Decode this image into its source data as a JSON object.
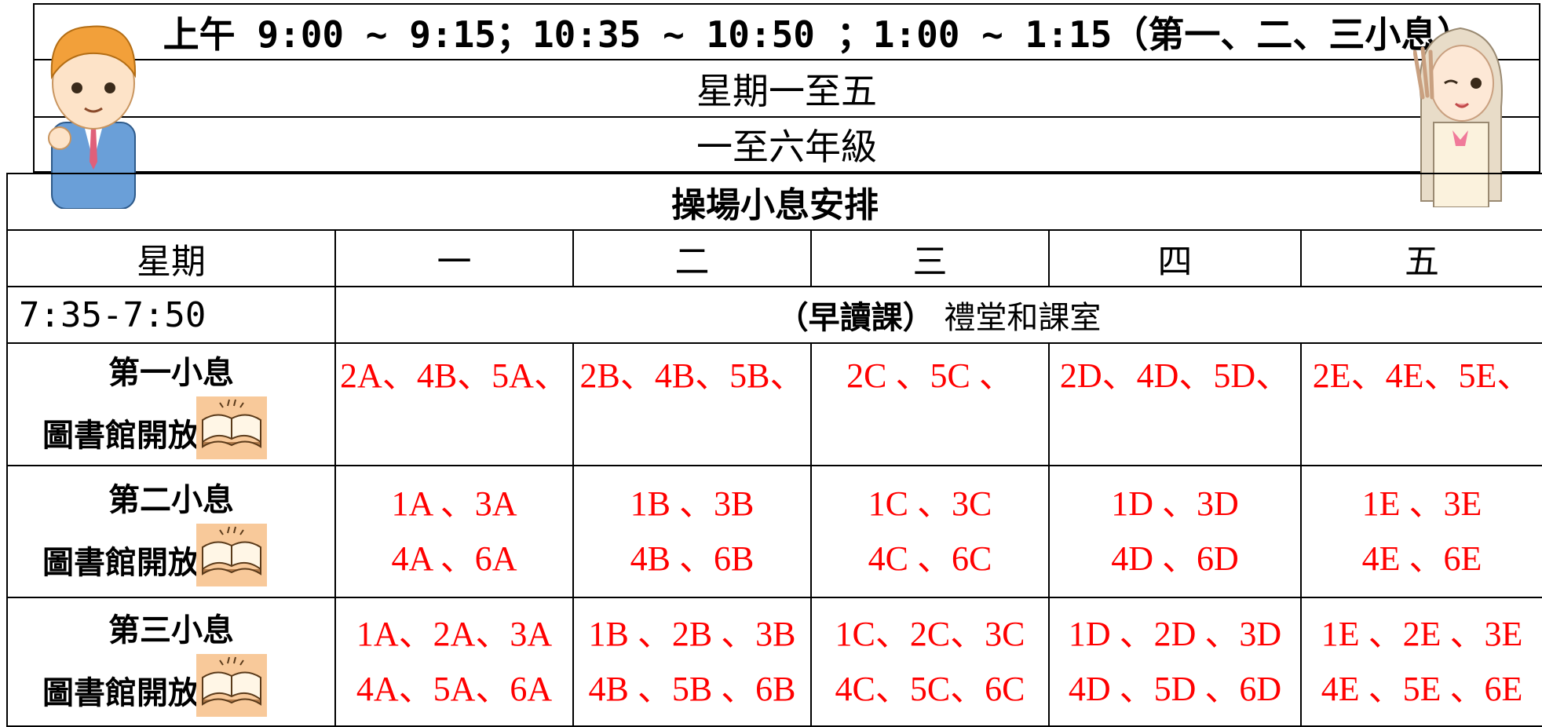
{
  "header": {
    "times": "上午 9:00 ~ 9:15；10:35 ~ 10:50 ；1:00 ~ 1:15（第一、二、三小息）",
    "days": "星期一至五",
    "grades": "一至六年級"
  },
  "table": {
    "title": "操場小息安排",
    "columns": [
      "星期",
      "一",
      "二",
      "三",
      "四",
      "五"
    ],
    "morning": {
      "time": "7:35-7:50",
      "bold_part": "（早讀課）",
      "rest": "禮堂和課室"
    },
    "library_label": "圖書館開放",
    "rows": [
      {
        "label": "第一小息",
        "cells": [
          [
            "2A、4B、5A、"
          ],
          [
            "2B、4B、5B、"
          ],
          [
            "2C 、5C 、"
          ],
          [
            "2D、4D、5D、"
          ],
          [
            "2E、4E、5E、"
          ]
        ]
      },
      {
        "label": "第二小息",
        "cells": [
          [
            "1A 、3A",
            "4A 、6A"
          ],
          [
            "1B 、3B",
            "4B 、6B"
          ],
          [
            "1C 、3C",
            "4C 、6C"
          ],
          [
            "1D 、3D",
            "4D 、6D"
          ],
          [
            "1E 、3E",
            "4E 、6E"
          ]
        ]
      },
      {
        "label": "第三小息",
        "cells": [
          [
            "1A、2A、3A",
            "4A、5A、6A"
          ],
          [
            "1B 、2B 、3B",
            "4B 、5B 、6B"
          ],
          [
            "1C、2C、3C",
            "4C、5C、6C"
          ],
          [
            "1D 、2D 、3D",
            "4D 、5D 、6D"
          ],
          [
            "1E 、2E 、3E",
            "4E 、5E 、6E"
          ]
        ]
      }
    ]
  },
  "colors": {
    "accent_text": "#ff0000",
    "book_bg": "#f8c99a"
  },
  "icons": [
    "boy-character-icon",
    "girl-character-icon",
    "open-book-icon"
  ]
}
